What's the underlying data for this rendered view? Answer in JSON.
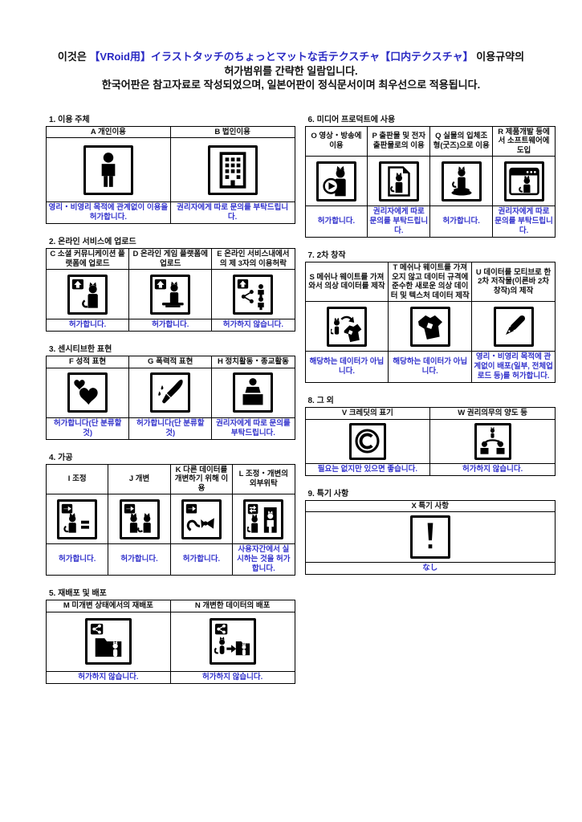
{
  "title": {
    "prefix": "이것은 ",
    "highlight": "【VRoid用】イラストタッチのちょっとマットな舌テクスチャ【口内テクスチャ】",
    "suffix": " 이용규약의",
    "line2": "허가범위를 간략한 일람입니다.",
    "line3": "한국어판은 참고자료로 작성되었으며, 일본어판이 정식문서이며 최우선으로 적용됩니다."
  },
  "colors": {
    "accent_blue": "#3333cc",
    "title_highlight_blue": "#2b2bc4",
    "text_black": "#111111"
  },
  "sections": [
    {
      "label": "1. 이용 주체",
      "cells": [
        {
          "header": "A 개인이용",
          "icon": "person-icon",
          "caption": "영리・비영리 목적에 관계없이 이용을 허가합니다."
        },
        {
          "header": "B 법인이용",
          "icon": "building-icon",
          "caption": "권리자에게 따로 문의를 부탁드립니다."
        }
      ]
    },
    {
      "label": "2. 온라인 서비스에 업로드",
      "cells": [
        {
          "header": "C 소셜 커뮤니케이션 플랫폼에 업로드",
          "icon": "upload-cat-icon",
          "caption": "허가합니다."
        },
        {
          "header": "D 온라인 게임 플랫폼에 업로드",
          "icon": "upload-game-cat-icon",
          "caption": "허가합니다."
        },
        {
          "header": "E 온라인 서비스내에서의 제 3자의 이용허락",
          "icon": "upload-share-users-icon",
          "caption": "허가하지 않습니다."
        }
      ]
    },
    {
      "label": "3. 센시티브한 표현",
      "cells": [
        {
          "header": "F 성적 표현",
          "icon": "hearts-icon",
          "caption": "허가합니다(단 분류할 것)"
        },
        {
          "header": "G 폭력적 표현",
          "icon": "knife-icon",
          "caption": "허가합니다(단 분류할 것)"
        },
        {
          "header": "H 정치활동・종교활동",
          "icon": "podium-speech-icon",
          "caption": "권리자에게 따로 문의를 부탁드립니다."
        }
      ]
    },
    {
      "label": "4. 가공",
      "cells": [
        {
          "header": "I 조정",
          "icon": "adjust-cat-equals-icon",
          "caption": "허가합니다."
        },
        {
          "header": "J 개변",
          "icon": "modify-two-cats-icon",
          "caption": "허가합니다."
        },
        {
          "header": "K 다른 데이터를 개변하기 위해 이용",
          "icon": "modify-other-data-icon",
          "caption": "허가합니다."
        },
        {
          "header": "L 조정・개변의 외부위탁",
          "icon": "outsource-doorway-icon",
          "caption": "사용자간에서 실시하는 것을 허가합니다."
        }
      ]
    },
    {
      "label": "5. 재배포 및 배포",
      "cells": [
        {
          "header": "M 미개변 상태에서의 재배포",
          "icon": "share-folder-cat-icon",
          "caption": "허가하지 않습니다."
        },
        {
          "header": "N 개변한 데이터의 배포",
          "icon": "share-modified-folder-icon",
          "caption": "허가하지 않습니다."
        }
      ]
    },
    {
      "label": "6. 미디어 프로덕트에 사용",
      "cells": [
        {
          "header": "O 영상・방송에 이용",
          "icon": "video-play-cat-icon",
          "caption": "허가합니다."
        },
        {
          "header": "P 출판물 및 전자출판물로의 이용",
          "icon": "document-cat-icon",
          "caption": "권리자에게 따로 문의를 부탁드립니다."
        },
        {
          "header": "Q 실물의 입체조형(굿즈)으로 이용",
          "icon": "figurine-cat-icon",
          "caption": "허가합니다."
        },
        {
          "header": "R 제품개발 등에서 소프트웨어에 도입",
          "icon": "software-window-cat-icon",
          "caption": "권리자에게 따로 문의를 부탁드립니다."
        }
      ]
    },
    {
      "label": "7. 2차 창작",
      "cells": [
        {
          "header": "S 메쉬나 웨이트를 가져와서 의상 데이터를 제작",
          "icon": "cat-recycle-costume-icon",
          "caption": "해당하는 데이터가 아닙니다."
        },
        {
          "header": "T 메쉬나 웨이트를 가져오지 않고 데이터 규격에 준수한 새로운 의상 데이터 및 텍스처 데이터 제작",
          "icon": "new-costume-icon",
          "caption": "해당하는 데이터가 아닙니다."
        },
        {
          "header": "U 데이터를 모티브로 한 2차 저작물(이른바 2차 창작)의 제작",
          "icon": "fountain-pen-icon",
          "caption": "영리・비영리 목적에 관계없이 배포(일부, 전체업로드 등)를 허가합니다."
        }
      ]
    },
    {
      "label": "8. 그 외",
      "cells": [
        {
          "header": "V 크레딧의 표기",
          "icon": "copyright-icon",
          "caption": "필요는 없지만 있으면 좋습니다."
        },
        {
          "header": "W 권리의무의 양도 등",
          "icon": "transfer-people-cat-icon",
          "caption": "허가하지 않습니다."
        }
      ]
    },
    {
      "label": "9. 특기 사항",
      "cells": [
        {
          "header": "X 특기 사항",
          "icon": "exclamation-icon",
          "caption": "なし"
        }
      ]
    }
  ]
}
